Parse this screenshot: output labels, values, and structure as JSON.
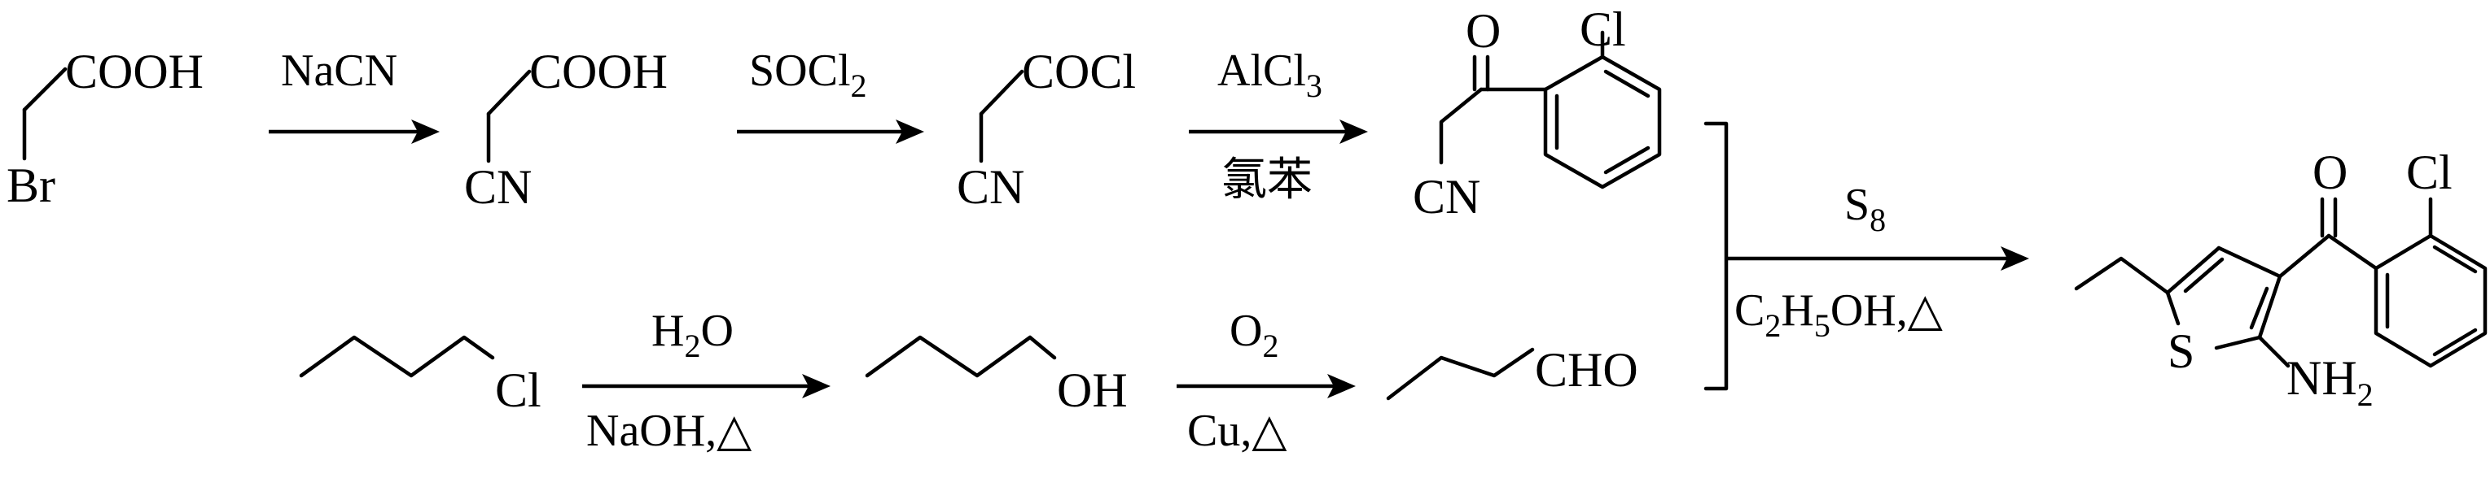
{
  "molecules": {
    "bromoacetic_acid": {
      "cooh": "COOH",
      "br": "Br"
    },
    "cyanoacetic_acid": {
      "cooh": "COOH",
      "cn": "CN"
    },
    "cyanoacetyl_chloride": {
      "cocl": "COCl",
      "cn": "CN"
    },
    "ketonitrile": {
      "o": "O",
      "cl": "Cl",
      "cn": "CN"
    },
    "chlorobutane": {
      "cl": "Cl"
    },
    "butanol": {
      "oh": "OH"
    },
    "butanal": {
      "cho": "CHO"
    },
    "product": {
      "o": "O",
      "cl": "Cl",
      "s": "S",
      "nh": "NH",
      "nh_sub": "2"
    }
  },
  "reagents": {
    "step1": {
      "above": "NaCN"
    },
    "step2": {
      "above": "SOCl",
      "above_sub": "2"
    },
    "step3": {
      "above": "AlCl",
      "above_sub": "3",
      "below": "氯苯"
    },
    "step4": {
      "above_pre": "H",
      "above_sub": "2",
      "above_post": "O",
      "below": "NaOH,△"
    },
    "step5": {
      "above_pre": "O",
      "above_sub": "2",
      "below": "Cu,△"
    },
    "step6": {
      "above_pre": "S",
      "above_sub": "8",
      "below_c": "C",
      "below_sub1": "2",
      "below_h": "H",
      "below_sub2": "5",
      "below_post": "OH,△"
    }
  }
}
